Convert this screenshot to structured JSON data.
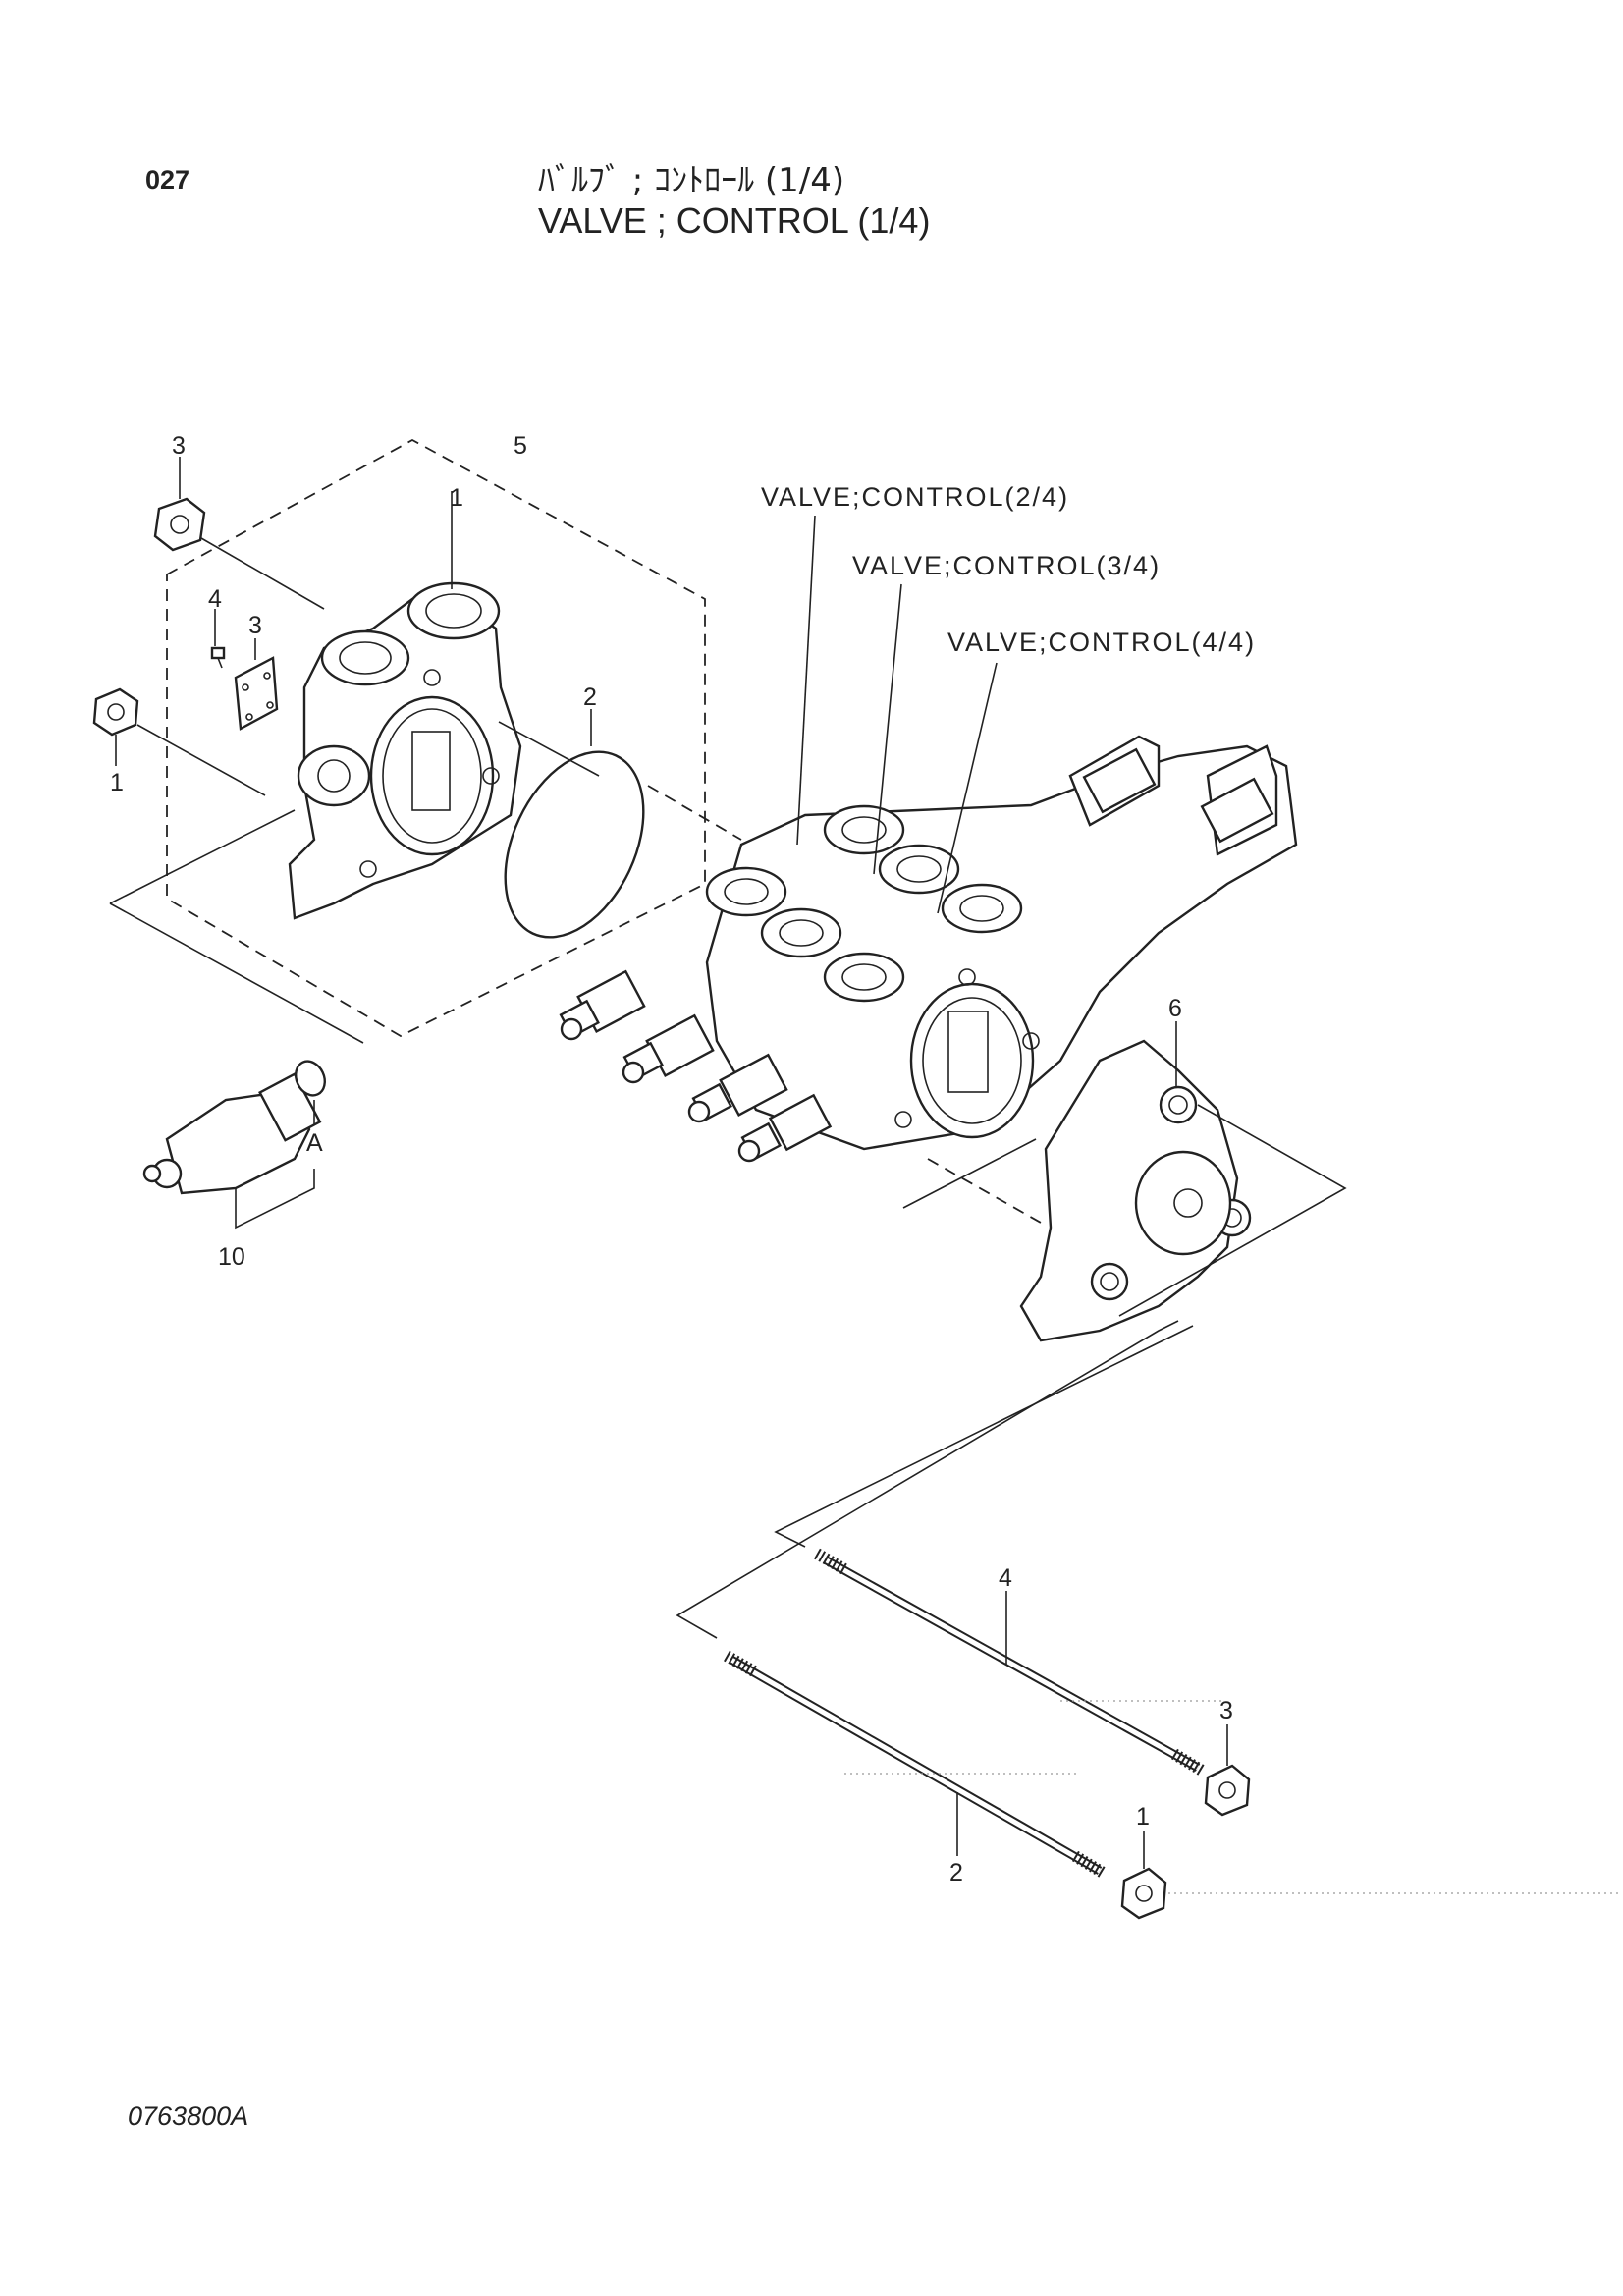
{
  "header": {
    "page_number": "027",
    "title_jp": "ﾊﾞﾙﾌﾞ ; ｺﾝﾄﾛｰﾙ (1/4)",
    "title_en": "VALVE ; CONTROL (1/4)"
  },
  "references": [
    {
      "id": "ref-2-4",
      "text": "VALVE;CONTROL(2/4)"
    },
    {
      "id": "ref-3-4",
      "text": "VALVE;CONTROL(3/4)"
    },
    {
      "id": "ref-4-4",
      "text": "VALVE;CONTROL(4/4)"
    }
  ],
  "callouts": [
    {
      "name": "callout-3-top-nut",
      "text": "3"
    },
    {
      "name": "callout-5-housing-group",
      "text": "5"
    },
    {
      "name": "callout-1-housing",
      "text": "1"
    },
    {
      "name": "callout-4-screw",
      "text": "4"
    },
    {
      "name": "callout-3-plate",
      "text": "3"
    },
    {
      "name": "callout-1-left-nut",
      "text": "1"
    },
    {
      "name": "callout-2-oring",
      "text": "2"
    },
    {
      "name": "callout-6-end-cover",
      "text": "6"
    },
    {
      "name": "callout-a-small-oring",
      "text": "A"
    },
    {
      "name": "callout-10-relief-valve",
      "text": "10"
    },
    {
      "name": "callout-4-upper-rod",
      "text": "4"
    },
    {
      "name": "callout-3-lower-nut",
      "text": "3"
    },
    {
      "name": "callout-1-lower-nut",
      "text": "1"
    },
    {
      "name": "callout-2-lower-rod",
      "text": "2"
    }
  ],
  "footer": {
    "doc_code": "0763800A"
  }
}
